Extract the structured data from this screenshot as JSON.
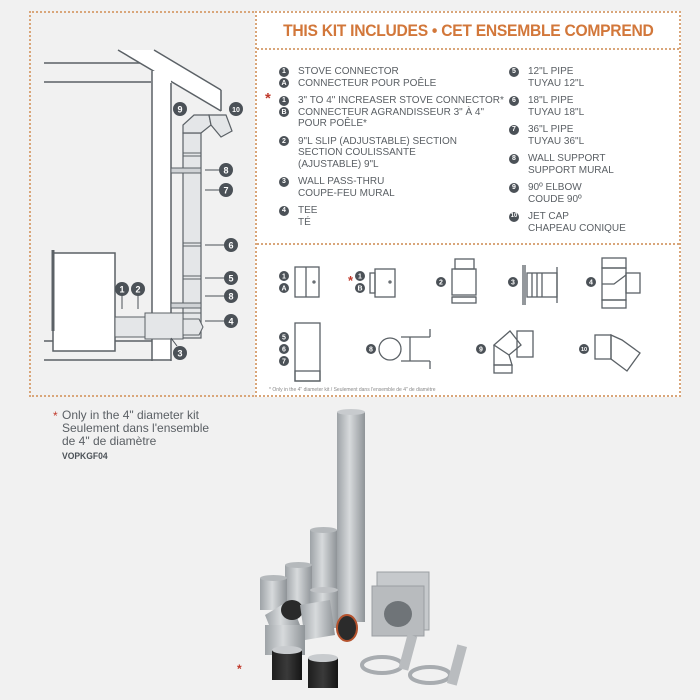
{
  "title": "THIS KIT INCLUDES • CET ENSEMBLE COMPREND",
  "colors": {
    "accent_orange": "#d2773a",
    "border_dotted": "#d9a67a",
    "badge_dark": "#4b5157",
    "asterisk_red": "#c0392b",
    "text_gray": "#5a5f64",
    "background": "#f1f1f1"
  },
  "parts_list": {
    "left_column": [
      {
        "badges": [
          "1",
          "A"
        ],
        "asterisk": false,
        "lines": [
          "STOVE CONNECTOR",
          "CONNECTEUR POUR POÊLE"
        ]
      },
      {
        "badges": [
          "1",
          "B"
        ],
        "asterisk": true,
        "lines": [
          "3\" TO 4\" INCREASER STOVE CONNECTOR*",
          "CONNECTEUR AGRANDISSEUR 3\" À 4\"",
          "POUR POÊLE*"
        ]
      },
      {
        "badges": [
          "2"
        ],
        "asterisk": false,
        "lines": [
          "9\"L SLIP (ADJUSTABLE) SECTION",
          "SECTION COULISSANTE",
          "(AJUSTABLE) 9\"L"
        ]
      },
      {
        "badges": [
          "3"
        ],
        "asterisk": false,
        "lines": [
          "WALL PASS-THRU",
          "COUPE-FEU MURAL"
        ]
      },
      {
        "badges": [
          "4"
        ],
        "asterisk": false,
        "lines": [
          "TEE",
          "TÉ"
        ]
      }
    ],
    "right_column": [
      {
        "badges": [
          "5"
        ],
        "lines": [
          "12\"L PIPE",
          "TUYAU 12\"L"
        ]
      },
      {
        "badges": [
          "6"
        ],
        "lines": [
          "18\"L PIPE",
          "TUYAU 18\"L"
        ]
      },
      {
        "badges": [
          "7"
        ],
        "lines": [
          "36\"L PIPE",
          "TUYAU 36\"L"
        ]
      },
      {
        "badges": [
          "8"
        ],
        "lines": [
          "WALL SUPPORT",
          "SUPPORT MURAL"
        ]
      },
      {
        "badges": [
          "9"
        ],
        "lines": [
          "90º ELBOW",
          "COUDE 90º"
        ]
      },
      {
        "badges": [
          "10"
        ],
        "lines": [
          "JET CAP",
          "CHAPEAU CONIQUE"
        ]
      }
    ]
  },
  "part_icons": [
    {
      "id": "1A",
      "badges": [
        "1",
        "A"
      ],
      "asterisk": false,
      "shape": "stove-connector"
    },
    {
      "id": "1B",
      "badges": [
        "1",
        "B"
      ],
      "asterisk": true,
      "shape": "increaser-connector"
    },
    {
      "id": "2",
      "badges": [
        "2"
      ],
      "shape": "slip-section"
    },
    {
      "id": "3",
      "badges": [
        "3"
      ],
      "shape": "wall-pass-thru"
    },
    {
      "id": "4",
      "badges": [
        "4"
      ],
      "shape": "tee"
    },
    {
      "id": "567",
      "badges": [
        "5",
        "6",
        "7"
      ],
      "shape": "pipe"
    },
    {
      "id": "8",
      "badges": [
        "8"
      ],
      "shape": "wall-support"
    },
    {
      "id": "9",
      "badges": [
        "9"
      ],
      "shape": "elbow-90"
    },
    {
      "id": "10",
      "badges": [
        "10"
      ],
      "shape": "jet-cap"
    }
  ],
  "icons_footnote": "* Only in the 4\" diameter kit  /  Seulement dans l'ensemble de 4\" de diamètre",
  "installation_diagram": {
    "callouts": [
      "1",
      "2",
      "3",
      "4",
      "5",
      "6",
      "7",
      "8",
      "9",
      "10"
    ]
  },
  "note": {
    "star": "*",
    "lines": [
      "Only in the 4\" diameter kit",
      "Seulement dans l'ensemble",
      "de 4\" de diamètre"
    ],
    "sku": "VOPKGF04"
  },
  "photo": {
    "description": "Photo of venting kit components: tall pipe, shorter pipes, elbows, jet cap, tee, wall pass-thru, wall supports, black stove connectors",
    "star": "*"
  }
}
